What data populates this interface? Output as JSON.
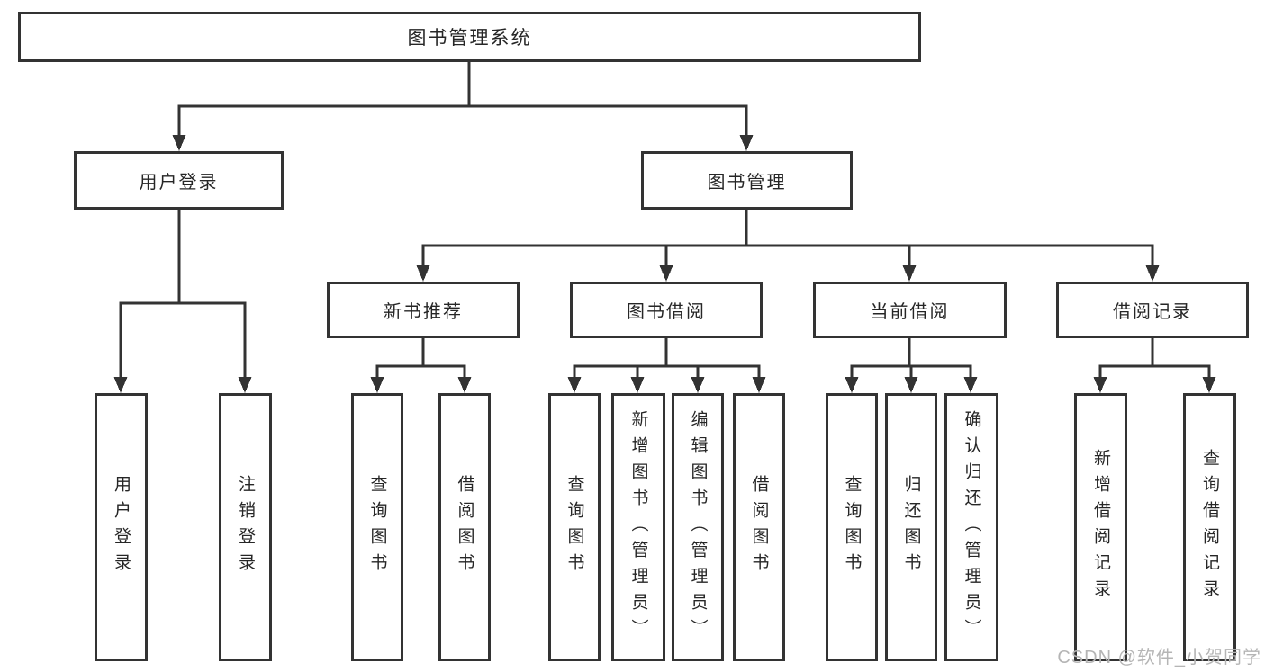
{
  "tree": {
    "root": {
      "label": "图书管理系统",
      "children": [
        {
          "label": "用户登录",
          "children": [
            {
              "label": "用户登录"
            },
            {
              "label": "注销登录"
            }
          ]
        },
        {
          "label": "图书管理",
          "children": [
            {
              "label": "新书推荐",
              "children": [
                {
                  "label": "查询图书"
                },
                {
                  "label": "借阅图书"
                }
              ]
            },
            {
              "label": "图书借阅",
              "children": [
                {
                  "label": "查询图书"
                },
                {
                  "label": "新增图书（管理员）"
                },
                {
                  "label": "编辑图书（管理员）"
                },
                {
                  "label": "借阅图书"
                }
              ]
            },
            {
              "label": "当前借阅",
              "children": [
                {
                  "label": "查询图书"
                },
                {
                  "label": "归还图书"
                },
                {
                  "label": "确认归还（管理员）"
                }
              ]
            },
            {
              "label": "借阅记录",
              "children": [
                {
                  "label": "新增借阅记录"
                },
                {
                  "label": "查询借阅记录"
                }
              ]
            }
          ]
        }
      ]
    }
  },
  "watermark": {
    "text": "CSDN @软件_小贺同学"
  },
  "colors": {
    "line": "#333333",
    "box_fill": "#ffffff",
    "text": "#262626",
    "watermark": "#b5b5b5",
    "background": "#ffffff"
  }
}
